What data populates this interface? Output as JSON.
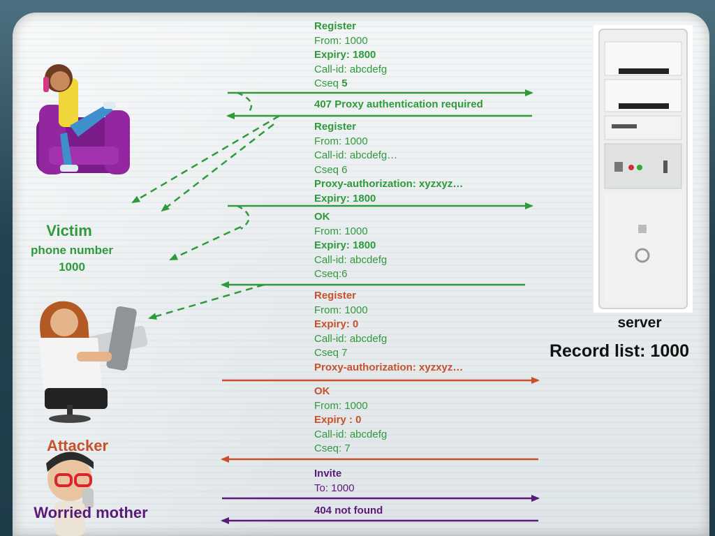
{
  "colors": {
    "green": "#2f9a3b",
    "orange": "#c8502a",
    "purple": "#5a1a78"
  },
  "victim": {
    "name": "Victim",
    "line2": "phone number",
    "line3": "1000"
  },
  "attacker": {
    "name": "Attacker"
  },
  "mother": {
    "name": "Worried mother"
  },
  "server": {
    "name": "server",
    "record": "Record list: 1000"
  },
  "messages": {
    "m1": {
      "title": "Register",
      "from": "From: 1000",
      "expiry": "Expiry: 1800",
      "callid": "Call-id: abcdefg",
      "cseq_label": "Cseq ",
      "cseq_value": "5"
    },
    "m2": {
      "title": "407 Proxy authentication required"
    },
    "m3": {
      "title": "Register",
      "from": "From: 1000",
      "callid": "Call-id: abcdefg…",
      "cseq": "Cseq 6",
      "auth": "Proxy-authorization: xyzxyz…",
      "expiry": "Expiry: 1800"
    },
    "m4": {
      "title": "OK",
      "from": "From: 1000",
      "expiry": "Expiry: 1800",
      "callid": "Call-id: abcdefg",
      "cseq": "Cseq:6"
    },
    "m5": {
      "title": "Register",
      "from": "From: 1000",
      "expiry": "Expiry: 0",
      "callid": "Call-id: abcdefg",
      "cseq": "Cseq 7",
      "auth": "Proxy-authorization: xyzxyz…"
    },
    "m6": {
      "title": "OK",
      "from": "From: 1000",
      "expiry": "Expiry : 0",
      "callid": "Call-id: abcdefg",
      "cseq": "Cseq: 7"
    },
    "m7": {
      "title": "Invite",
      "to": "To: 1000"
    },
    "m8": {
      "title": "404 not found"
    }
  }
}
